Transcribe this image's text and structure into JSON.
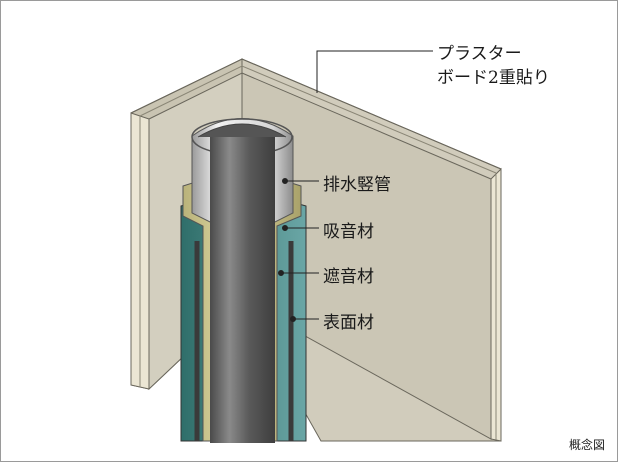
{
  "labels": {
    "board_line1": "プラスター",
    "board_line2": "ボード2重貼り",
    "drain_pipe": "排水竪管",
    "sound_absorbing": "吸音材",
    "sound_insulating": "遮音材",
    "surface": "表面材"
  },
  "caption": "概念図",
  "colors": {
    "wall": "#ccc8b8",
    "pipe": "#6e6e6e",
    "absorber": "#cfc88e",
    "surface": "#4f8c88"
  }
}
